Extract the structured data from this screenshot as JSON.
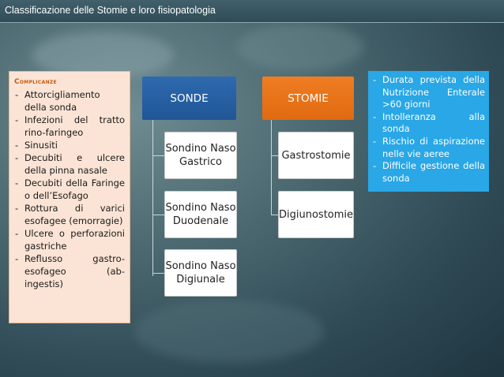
{
  "header": {
    "title": "Classificazione delle Stomie e loro fisiopatologia"
  },
  "complicanze": {
    "title": "Complicanze",
    "items": [
      "Attorcigliamento della sonda",
      "Infezioni del tratto rino-faringeo",
      "Sinusiti",
      "Decubiti e ulcere della pinna nasale",
      "Decubiti della Faringe o dell’Esofago",
      "Rottura di varici esofagee (emorragie)",
      "Ulcere o perforazioni gastriche",
      "Reflusso gastro-esofageo (ab-ingestis)"
    ]
  },
  "sonde": {
    "label": "SONDE",
    "children": [
      "Sondino Naso Gastrico",
      "Sondino Naso Duodenale",
      "Sondino Naso Digiunale"
    ]
  },
  "stomie": {
    "label": "STOMIE",
    "children": [
      "Gastrostomie",
      "Digiunostomie"
    ]
  },
  "indicazioni": {
    "items": [
      "Durata prevista della Nutrizione Enterale >60 giorni",
      "Intolleranza alla sonda",
      "Rischio di aspirazione nelle vie aeree",
      "Difficile gestione della sonda"
    ]
  },
  "colors": {
    "header_bg": "#2f4c57",
    "sonde_blue": "#1f5696",
    "stomie_orange": "#e06a10",
    "complicanze_bg": "#fbe4d5",
    "complicanze_title": "#c55a11",
    "indicazioni_bg": "#29a7e6"
  }
}
